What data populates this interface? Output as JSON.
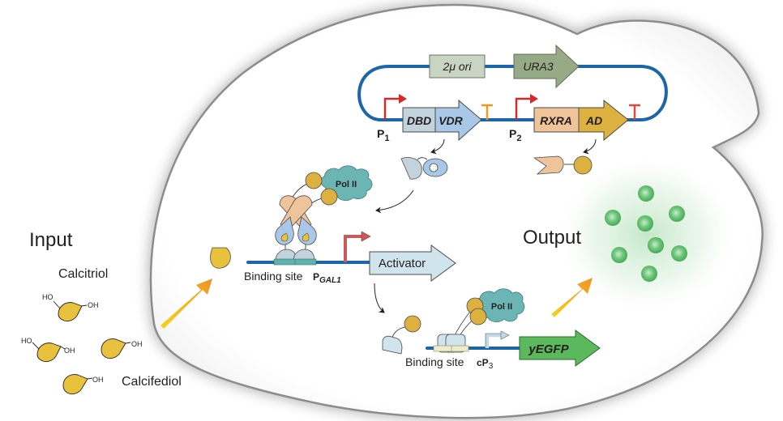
{
  "labels": {
    "input": "Input",
    "output": "Output",
    "calcitriol": "Calcitriol",
    "calcifediol": "Calcifediol",
    "ho": "HO",
    "oh": "OH"
  },
  "plasmid": {
    "ori": "2μ ori",
    "marker": "URA3",
    "p1": "P",
    "p1_sub": "1",
    "p2": "P",
    "p2_sub": "2",
    "dbd": "DBD",
    "vdr": "VDR",
    "rxra": "RXRA",
    "ad": "AD"
  },
  "circuit1": {
    "pol": "Pol II",
    "binding_site": "Binding site",
    "promoter": "P",
    "promoter_sub": "GAL1",
    "gene": "Activator"
  },
  "circuit2": {
    "pol": "Pol II",
    "binding_site": "Binding site",
    "promoter": "cP",
    "promoter_sub": "3",
    "gene": "yEGFP"
  },
  "colors": {
    "dna": "#1a66a8",
    "cell_outline": "#8a8a8a",
    "ligand": "#e8c23c",
    "vdr": "#a9c8e8",
    "dbd": "#c3d3dc",
    "rxra": "#f0c49a",
    "ad": "#dcb13f",
    "pol": "#6bb6b4",
    "promoter_red": "#d42a2a",
    "terminator_orange": "#f09a1a",
    "activator": "#cfe4ec",
    "yegfp": "#5cb85c",
    "gfp_dot": "#5cbf6a"
  }
}
